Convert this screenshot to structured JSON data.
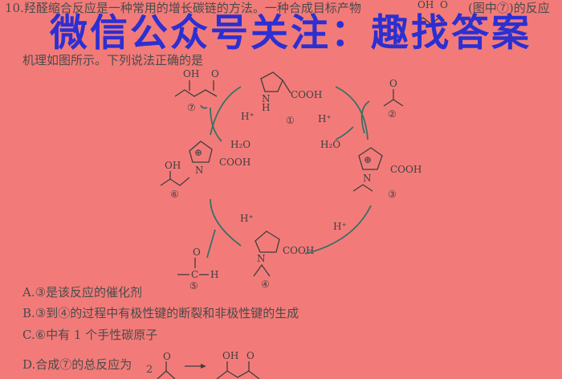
{
  "question": {
    "line1": "10.羟醛缩合反应是一种常用的增长碳链的方法。一种合成目标产物",
    "line1_tail": "(图中⑦)的反应",
    "line2": "机理如图所示。下列说法正确的是"
  },
  "watermark": "微信公众号关注：趣找答案",
  "diagram": {
    "labels": {
      "n1": "①",
      "n2": "②",
      "n3": "③",
      "n4": "④",
      "n5": "⑤",
      "n6": "⑥",
      "n7": "⑦"
    },
    "hplus": "H⁺",
    "water": "H₂O",
    "cooh": "COOH",
    "oh": "OH",
    "o": "O",
    "n": "N",
    "h": "H",
    "c": "C",
    "plus": "⊕"
  },
  "options": {
    "a": "A.③是该反应的催化剂",
    "b": "B.③到④的过程中有极性键的断裂和非极性键的生成",
    "c": "C.⑥中有 1 个手性碳原子",
    "d": "D.合成⑦的总反应为",
    "d_coef": "2"
  }
}
